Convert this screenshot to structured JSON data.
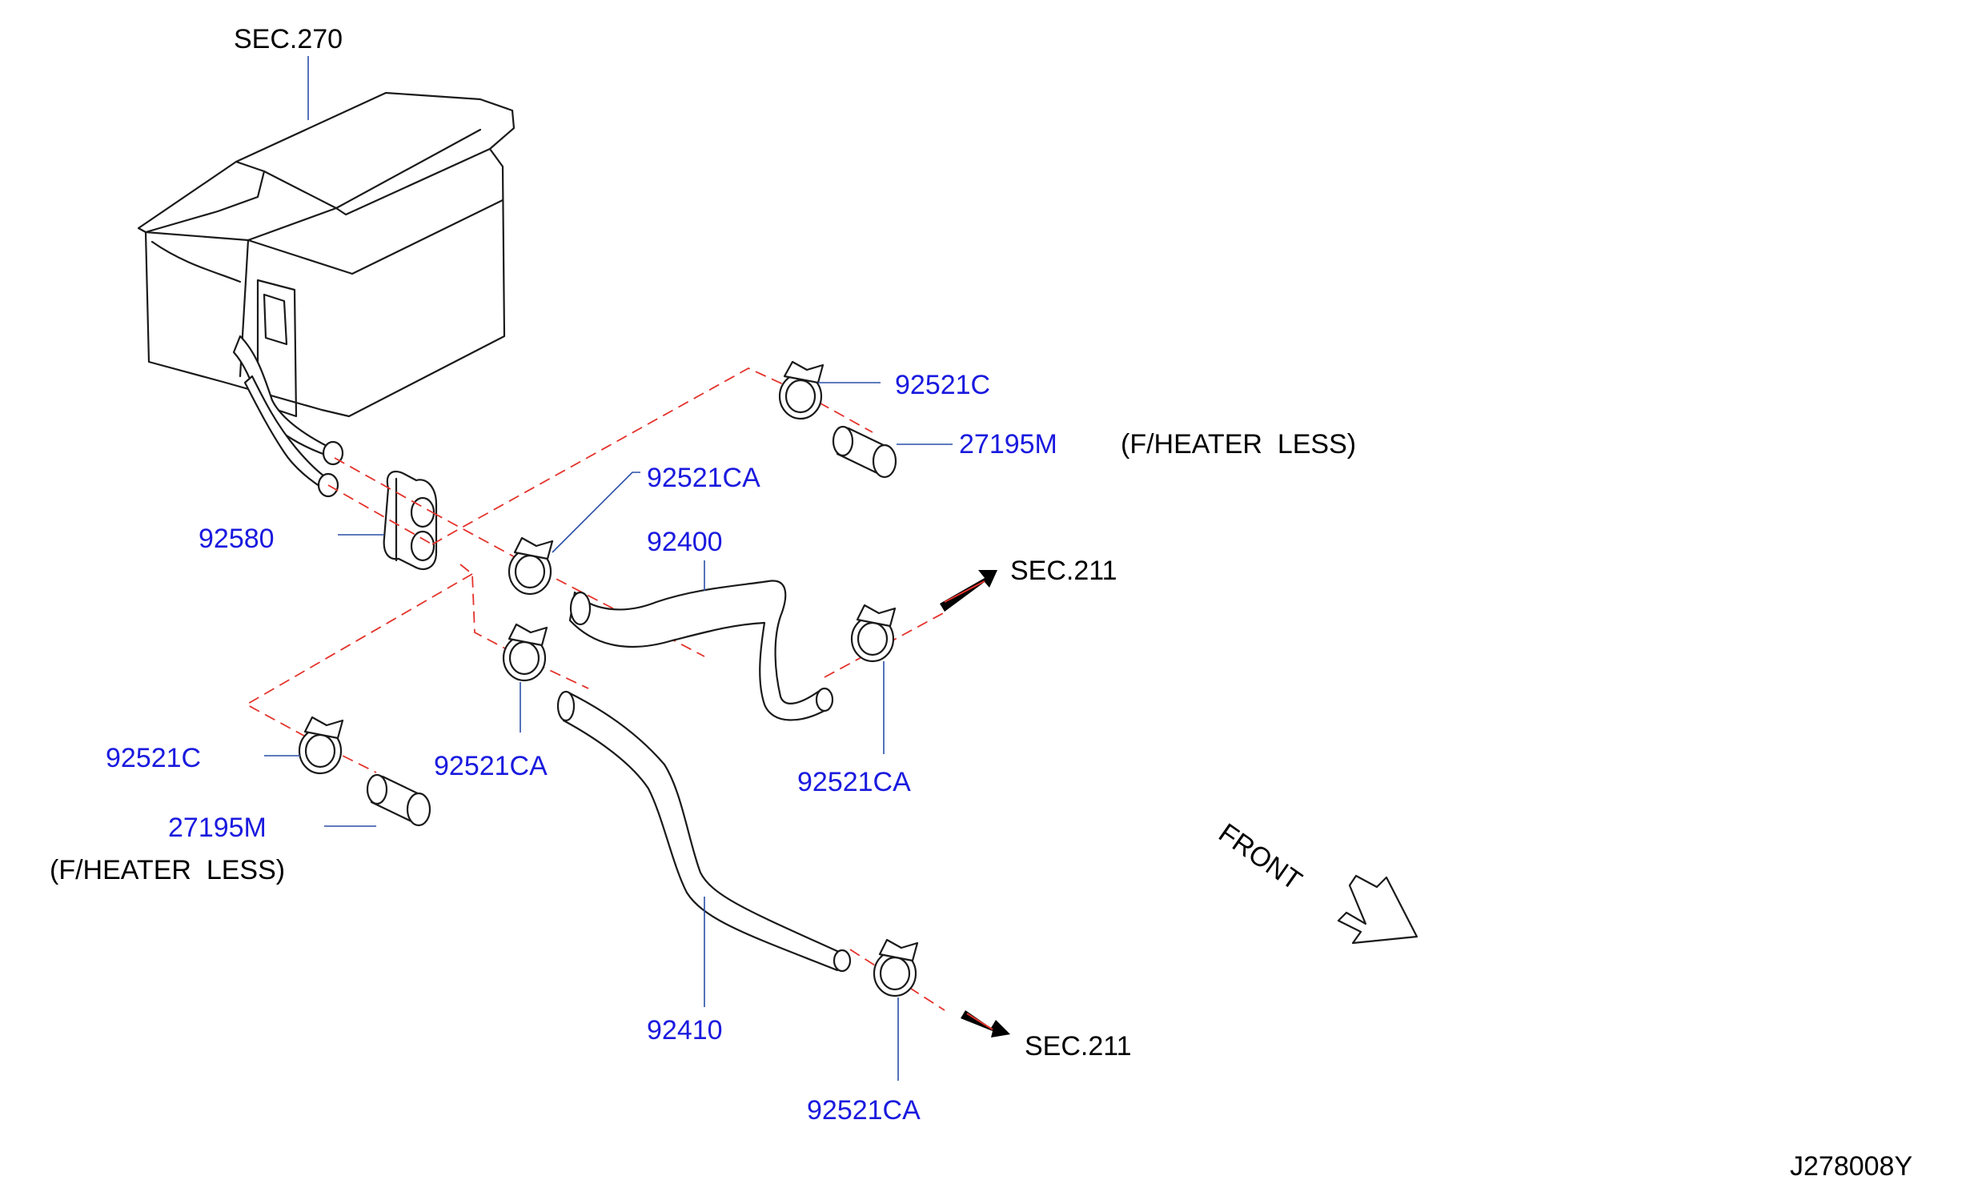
{
  "diagram": {
    "code": "J278008Y",
    "front_label": "FRONT",
    "colors": {
      "part_number": "#1a1adf",
      "leader_line": "#2a4fa8",
      "connection_dash": "#e3332b",
      "outline": "#1a1a1a"
    },
    "section_refs": {
      "heater_unit": "SEC.270",
      "outlet_upper": "SEC.211",
      "outlet_lower": "SEC.211"
    },
    "parts": {
      "clamp_c_upper": "92521C",
      "cap_upper": "27195M",
      "note_upper": "(F/HEATER  LESS)",
      "clamp_ca_upper": "92521CA",
      "hose_upper": "92400",
      "grommet": "92580",
      "clamp_ca_upper_right": "92521CA",
      "clamp_c_lower": "92521C",
      "clamp_ca_middle": "92521CA",
      "cap_lower": "27195M",
      "note_lower": "(F/HEATER  LESS)",
      "hose_lower": "92410",
      "clamp_ca_lower_right": "92521CA"
    }
  }
}
